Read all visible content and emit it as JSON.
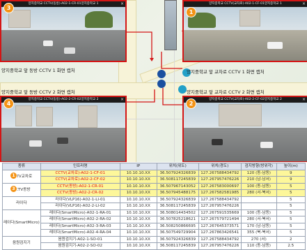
{
  "labels": {
    "left1": "양지중학교 앞 동방 CCTV 1 화면 캡처",
    "left2": "양지중학교 앞 동방 CCTV 2 화면 캡처",
    "right1": "양지중학교 앞 교차로 CCTV 1 화면 캡처",
    "right2": "양지중학교 앞 교차로 CCTV 2 화면 캡처"
  },
  "panels": [
    {
      "badge": "3",
      "title": "양지중학교 CCTV(동방)-A02-1-CR-01양지중학교 1"
    },
    {
      "badge": "1",
      "title": "양지중학교 CCTV(교차로)-A02-1-CF-01양지중학교 1"
    },
    {
      "badge": "4",
      "title": "양지중학교 CCTV(동방)-A02-2-CR-02양지중학교 2"
    },
    {
      "badge": "2",
      "title": "양지중학교 CCTV(교차로)-A02-2-CF-02양지중학교 2"
    }
  ],
  "close_glyph": "×",
  "table": {
    "headers": [
      "종류",
      "인프라명",
      "IP",
      "위치(위도)",
      "위치(경도)",
      "검지방향(방위각)",
      "높이(m)"
    ],
    "groups": [
      {
        "name": "CCTV교차로",
        "badge": "1",
        "rows": [
          {
            "name": "CCTV(교차로)-A02-1-CF-01",
            "ip": "10.10.10.XX",
            "lat": "36.507924326839",
            "lng": "127.267588434792",
            "dir": "120 (동-남동)",
            "h": "9",
            "hl": true
          },
          {
            "name": "CCTV(교차로)-A02-2-CF-02",
            "ip": "10.10.10.XX",
            "lat": "36.508117245839",
            "lng": "127.267957476226",
            "dir": "210 (남-남서)",
            "h": "9",
            "hl": true
          }
        ]
      },
      {
        "name": "CCTV동방",
        "badge": "3",
        "rows": [
          {
            "name": "CCTV(동방)-A02-1-CR-01",
            "ip": "10.10.10.XX",
            "lat": "36.507967143052",
            "lng": "127.267583000697",
            "dir": "100 (동-남동)",
            "h": "5",
            "hl": true
          },
          {
            "name": "CCTV(동방)-A02-2-CR-02",
            "ip": "10.10.10.XX",
            "lat": "36.507945488175",
            "lng": "127.267582581985",
            "dir": "280 (서-북서)",
            "h": "5",
            "hl": true
          }
        ]
      },
      {
        "name": "라이다",
        "badge": "",
        "rows": [
          {
            "name": "라이다(VLP16)-A02-1-LI-01",
            "ip": "10.10.10.XX",
            "lat": "36.507924326839",
            "lng": "127.267588434792",
            "dir": "",
            "h": "5",
            "hl": false
          },
          {
            "name": "라이다(VLP16)-A02-2-LI-02",
            "ip": "10.10.10.XX",
            "lat": "36.508117245839",
            "lng": "127.267957476226",
            "dir": "",
            "h": "5",
            "hl": false
          }
        ]
      },
      {
        "name": "레이다(SmartMicro)",
        "badge": "",
        "rows": [
          {
            "name": "레이다(SmartMicro)-A02-1-RA-01",
            "ip": "10.10.10.XX",
            "lat": "36.508014434502",
            "lng": "127.267591535669",
            "dir": "100 (동-남동)",
            "h": "5",
            "hl": false
          },
          {
            "name": "레이다(SmartMicro)-A02-2-RA-02",
            "ip": "10.10.10.XX",
            "lat": "36.507825218621",
            "lng": "127.267579721494",
            "dir": "280 (서-북서)",
            "h": "5",
            "hl": false
          },
          {
            "name": "레이다(SmartMicro)-A02-3-RA-03",
            "ip": "10.10.10.XX",
            "lat": "36.508250866695",
            "lng": "127.267645373571",
            "dir": "170 (남-남동)",
            "h": "5",
            "hl": false
          },
          {
            "name": "레이다(SmartMicro)-A02-4-RA-04",
            "ip": "10.10.10.XX",
            "lat": "36.507549729904",
            "lng": "127.267863426541",
            "dir": "355 (북-북서)",
            "h": "5",
            "hl": false
          }
        ]
      },
      {
        "name": "음원검지기",
        "badge": "",
        "rows": [
          {
            "name": "음원검지기-A02-1-SO-01",
            "ip": "10.10.10.XX",
            "lat": "36.507924326839",
            "lng": "127.267588434792",
            "dir": "270 (서)",
            "h": "2",
            "hl": false
          },
          {
            "name": "음원검지기-A02-2-SO-02",
            "ip": "10.10.10.XX",
            "lat": "36.508117245839",
            "lng": "127.267957476226",
            "dir": "110 (동-남동)",
            "h": "2.5",
            "hl": false
          }
        ]
      }
    ]
  }
}
